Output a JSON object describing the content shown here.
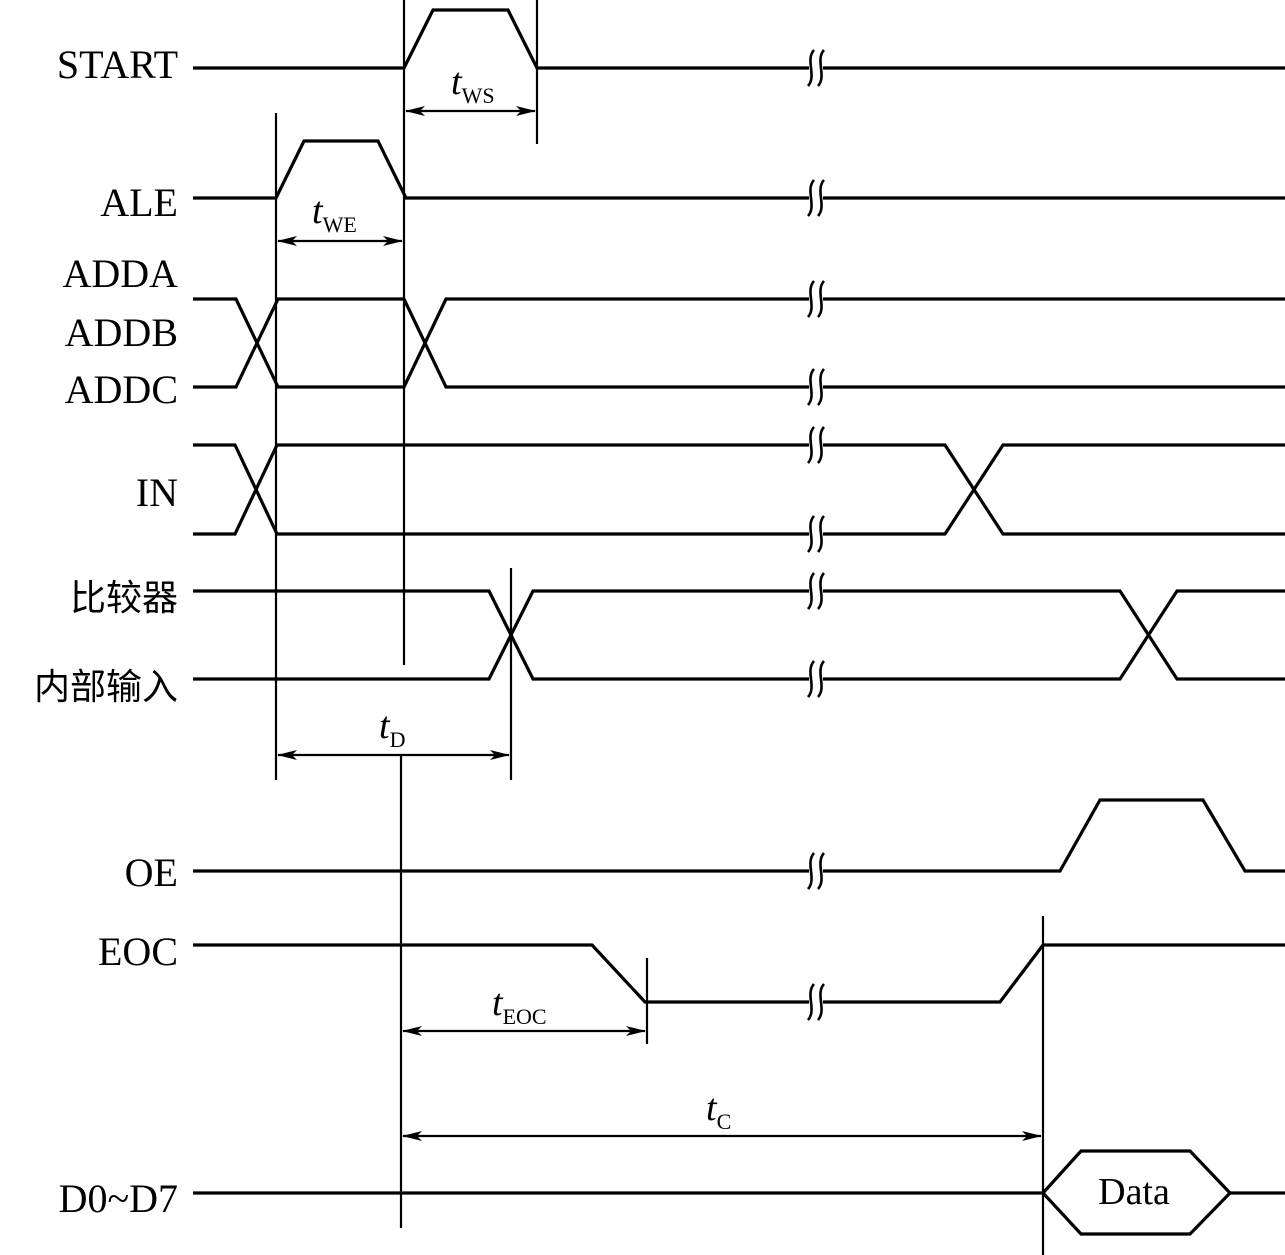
{
  "signals": {
    "start": "START",
    "ale": "ALE",
    "adda": "ADDA",
    "addb": "ADDB",
    "addc": "ADDC",
    "in": "IN",
    "comparator_line1": "比较器",
    "comparator_line2": "内部输入",
    "oe": "OE",
    "eoc": "EOC",
    "data_bus": "D0~D7"
  },
  "timing": {
    "tws": {
      "main": "t",
      "sub": "WS"
    },
    "twe": {
      "main": "t",
      "sub": "WE"
    },
    "td": {
      "main": "t",
      "sub": "D"
    },
    "teoc": {
      "main": "t",
      "sub": "EOC"
    },
    "tc": {
      "main": "t",
      "sub": "C"
    }
  },
  "data_box_label": "Data",
  "colors": {
    "line": "#000000",
    "background": "#ffffff"
  }
}
